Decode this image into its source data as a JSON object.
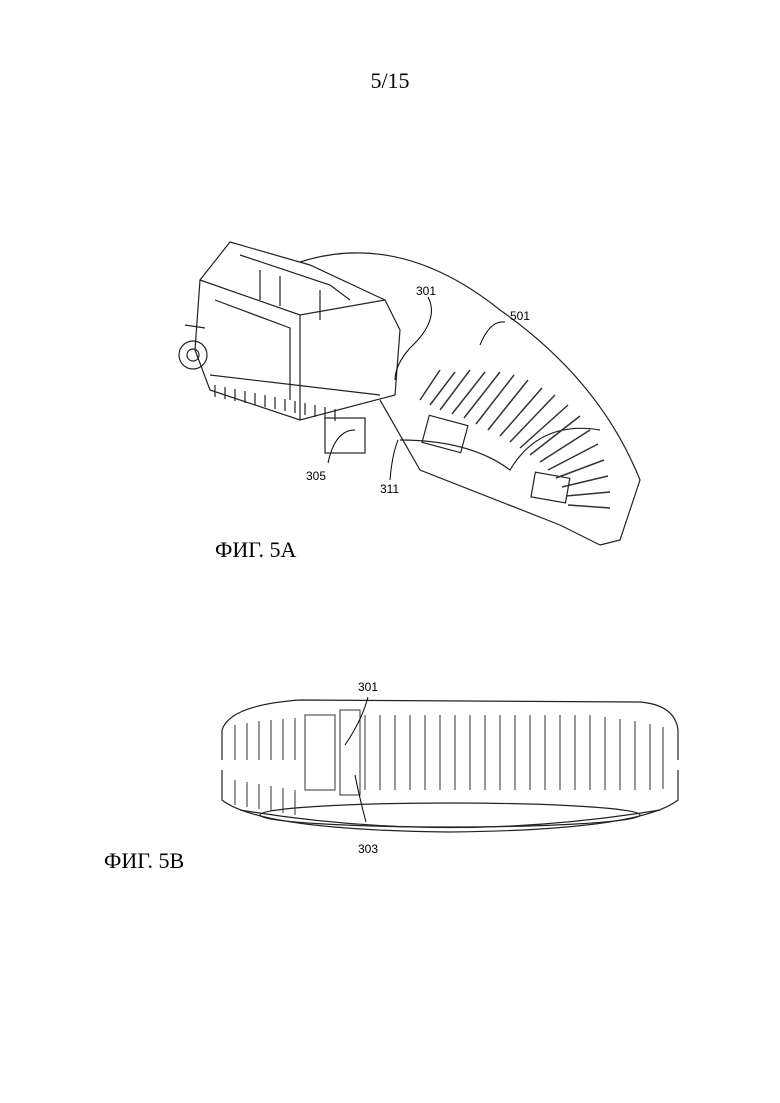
{
  "page_number": "5/15",
  "figures": [
    {
      "caption": "ФИГ. 5А",
      "reference_numerals": [
        "301",
        "501",
        "305",
        "311"
      ]
    },
    {
      "caption": "ФИГ. 5В",
      "reference_numerals": [
        "301",
        "303"
      ]
    }
  ]
}
